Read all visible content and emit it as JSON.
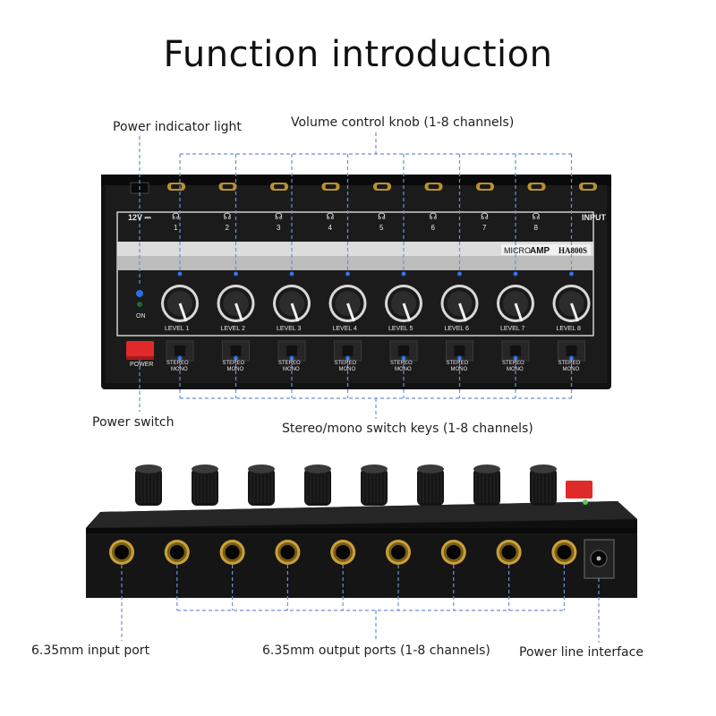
{
  "title": "Function introduction",
  "labels": {
    "power_indicator": "Power indicator light",
    "volume_knob": "Volume control knob (1-8 channels)",
    "power_switch": "Power switch",
    "stereo_mono": "Stereo/mono switch keys (1-8 channels)",
    "input_port": "6.35mm input port",
    "output_ports": "6.35mm output ports (1-8 channels)",
    "power_line": "Power line interface"
  },
  "device": {
    "voltage": "12V ⎓",
    "input": "INPUT",
    "brand_micro": "MICRO",
    "brand_amp": "AMP",
    "model": "HA800S",
    "on": "ON",
    "power": "POWER",
    "channels": [
      "1",
      "2",
      "3",
      "4",
      "5",
      "6",
      "7",
      "8"
    ],
    "levels": [
      "LEVEL 1",
      "LEVEL 2",
      "LEVEL 3",
      "LEVEL 4",
      "LEVEL 5",
      "LEVEL 6",
      "LEVEL 7",
      "LEVEL 8"
    ],
    "stereo": "STEREO",
    "mono": "MONO",
    "colors": {
      "body": "#1a1a1a",
      "panel": "#0d0d0d",
      "power_button": "#e02a2a",
      "led": "#2a6fe0",
      "leader": "#6f8fd6"
    }
  }
}
